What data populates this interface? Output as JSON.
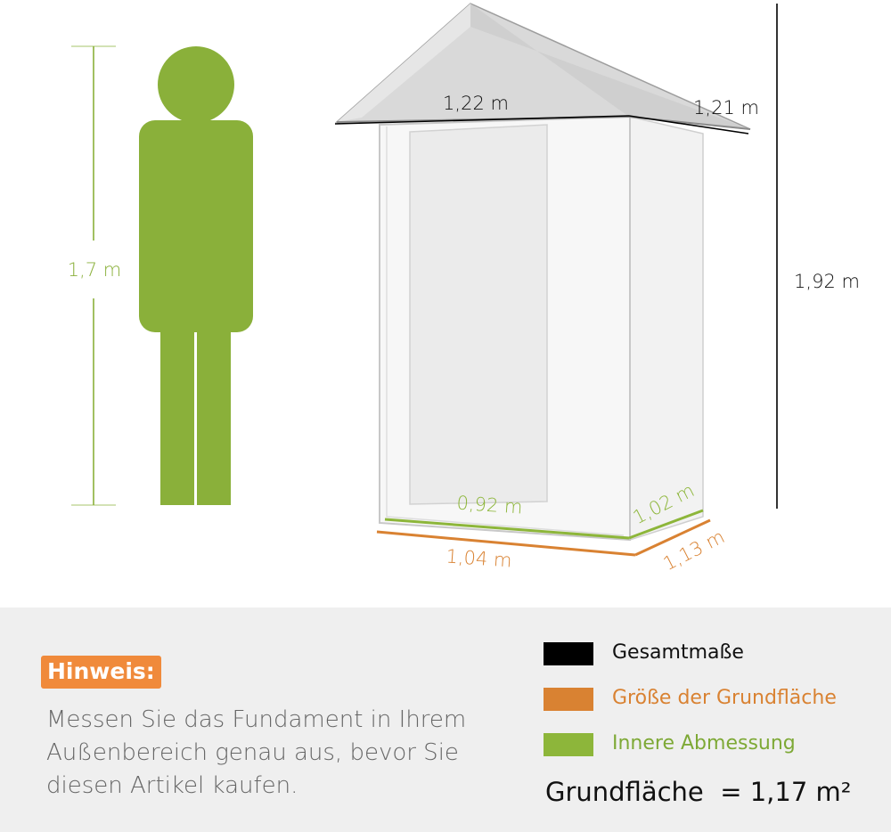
{
  "colors": {
    "overall": "#000000",
    "base": "#d98232",
    "inner": "#8db63a",
    "person": "#8ab03a"
  },
  "dimensions": {
    "person_height": "1,7 m",
    "roof_front": "1,22 m",
    "roof_side": "1,21 m",
    "total_height": "1,92 m",
    "inner_width": "0,92 m",
    "inner_depth": "1,02 m",
    "base_width": "1,04 m",
    "base_depth": "1,13 m"
  },
  "note": {
    "title": "Hinweis:",
    "text": "Messen Sie das Fundament in Ihrem Außenbereich genau aus, bevor Sie diesen Artikel kaufen."
  },
  "legend": [
    {
      "label": "Gesamtmaße",
      "color": "#000000"
    },
    {
      "label": "Größe der Grundfläche",
      "color": "#d98232"
    },
    {
      "label": "Innere Abmessung",
      "color": "#8db63a"
    }
  ],
  "area": {
    "label": "Grundfläche",
    "value": "= 1,17 m²"
  }
}
